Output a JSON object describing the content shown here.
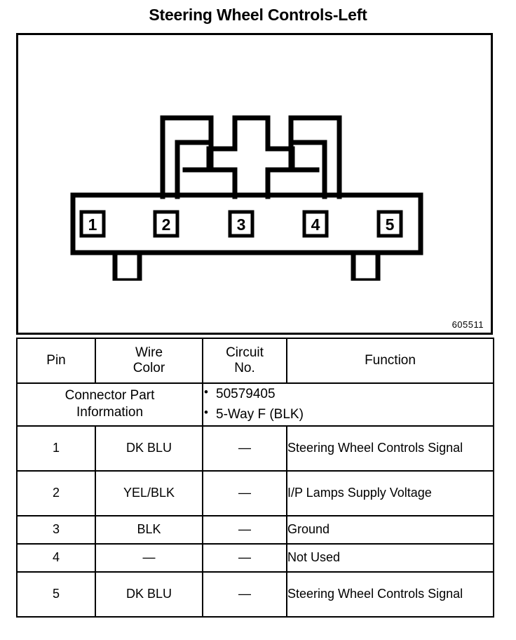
{
  "title": "Steering Wheel Controls-Left",
  "diagram": {
    "ref_number": "605511",
    "pins": [
      "1",
      "2",
      "3",
      "4",
      "5"
    ]
  },
  "connector_part_information": {
    "label_line1": "Connector Part",
    "label_line2": "Information",
    "values": [
      "50579405",
      "5-Way F (BLK)"
    ]
  },
  "table": {
    "headers": {
      "pin": "Pin",
      "wire_color_line1": "Wire",
      "wire_color_line2": "Color",
      "circuit_no_line1": "Circuit",
      "circuit_no_line2": "No.",
      "function": "Function"
    },
    "rows": [
      {
        "pin": "1",
        "wire_color": "DK BLU",
        "circuit_no": "—",
        "function": "Steering Wheel Controls Signal"
      },
      {
        "pin": "2",
        "wire_color": "YEL/BLK",
        "circuit_no": "—",
        "function": "I/P Lamps Supply Voltage"
      },
      {
        "pin": "3",
        "wire_color": "BLK",
        "circuit_no": "—",
        "function": "Ground"
      },
      {
        "pin": "4",
        "wire_color": "—",
        "circuit_no": "—",
        "function": "Not Used"
      },
      {
        "pin": "5",
        "wire_color": "DK BLU",
        "circuit_no": "—",
        "function": "Steering Wheel Controls Signal"
      }
    ]
  },
  "colors": {
    "ink": "#000000",
    "paper": "#ffffff"
  }
}
